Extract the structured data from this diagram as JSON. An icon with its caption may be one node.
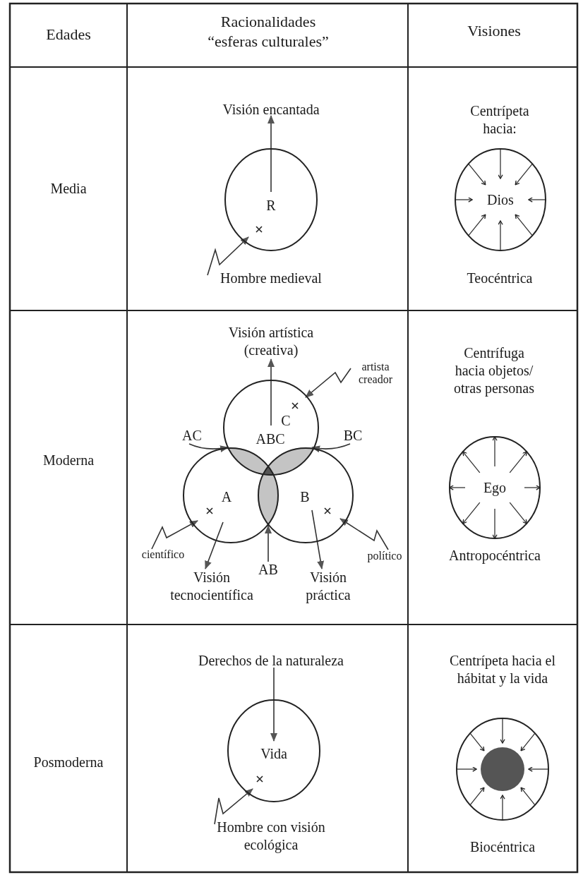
{
  "diagram": {
    "nodes": [
      {
        "text": [
          "R"
        ]
      },
      {
        "text": [
          "Visión encantada"
        ]
      },
      {
        "text": [
          "Hombre medieval"
        ]
      },
      {
        "text": [
          "Dios"
        ],
        "beside": [
          "Centrípeta hacia:",
          "Teocéntrica"
        ]
      },
      {
        "text": [
          "Visión artística (creativa)"
        ]
      },
      {
        "text": [
          "artista creador"
        ]
      },
      {
        "text": [
          "C"
        ]
      },
      {
        "text": [
          "AC"
        ]
      },
      {
        "text": [
          "BC"
        ]
      },
      {
        "text": [
          "A"
        ]
      },
      {
        "text": [
          "B"
        ]
      },
      {
        "text": [
          "científico"
        ]
      },
      {
        "text": [
          "Visión tecnocientífica"
        ]
      },
      {
        "text": [
          "AB"
        ]
      },
      {
        "text": [
          "político"
        ]
      },
      {
        "text": [
          "Visión práctica"
        ]
      },
      {
        "text": [
          "Ego"
        ],
        "beside": [
          "Centrífuga hacia objetos/ otras personas",
          "Antropocéntrica"
        ]
      },
      {
        "text": [
          "Derechos de la naturaleza"
        ]
      },
      {
        "text": [
          "Vida"
        ]
      },
      {
        "text": [
          "Hombre con visión ecológica"
        ]
      },
      {
        "text": [],
        "shape": "circle",
        "beside": [
          "Centrípeta hacia el hábitat y la vida",
          "Biocéntrica"
        ]
      },
      {
        "text": [],
        "shape": "lens"
      },
      {
        "text": [],
        "shape": "lens"
      },
      {
        "text": [],
        "shape": "lens"
      }
    ],
    "edges": [
      {
        "from": 0,
        "to": 1,
        "arrow": "to"
      },
      {
        "from": 2,
        "to": 0,
        "arrow": "to"
      },
      {
        "from": 6,
        "to": 4,
        "arrow": "to"
      },
      {
        "from": 5,
        "to": 6,
        "arrow": "to"
      },
      {
        "from": 7,
        "to": 21,
        "arrow": "to"
      },
      {
        "from": 8,
        "to": 22,
        "arrow": "to"
      },
      {
        "from": 11,
        "to": 9,
        "arrow": "to"
      },
      {
        "from": 9,
        "to": 12,
        "arrow": "to"
      },
      {
        "from": 13,
        "to": 23,
        "arrow": "to"
      },
      {
        "from": 14,
        "to": 10,
        "arrow": "to"
      },
      {
        "from": 10,
        "to": 15,
        "arrow": "to"
      },
      {
        "from": 17,
        "to": 18,
        "arrow": "to"
      },
      {
        "from": 19,
        "to": 18,
        "arrow": "to"
      }
    ],
    "labels": [
      "Edades",
      "Racionalidades",
      "“esferas culturales”",
      "Visiones",
      "Media",
      "Moderna",
      "ABC",
      "Posmoderna"
    ]
  }
}
